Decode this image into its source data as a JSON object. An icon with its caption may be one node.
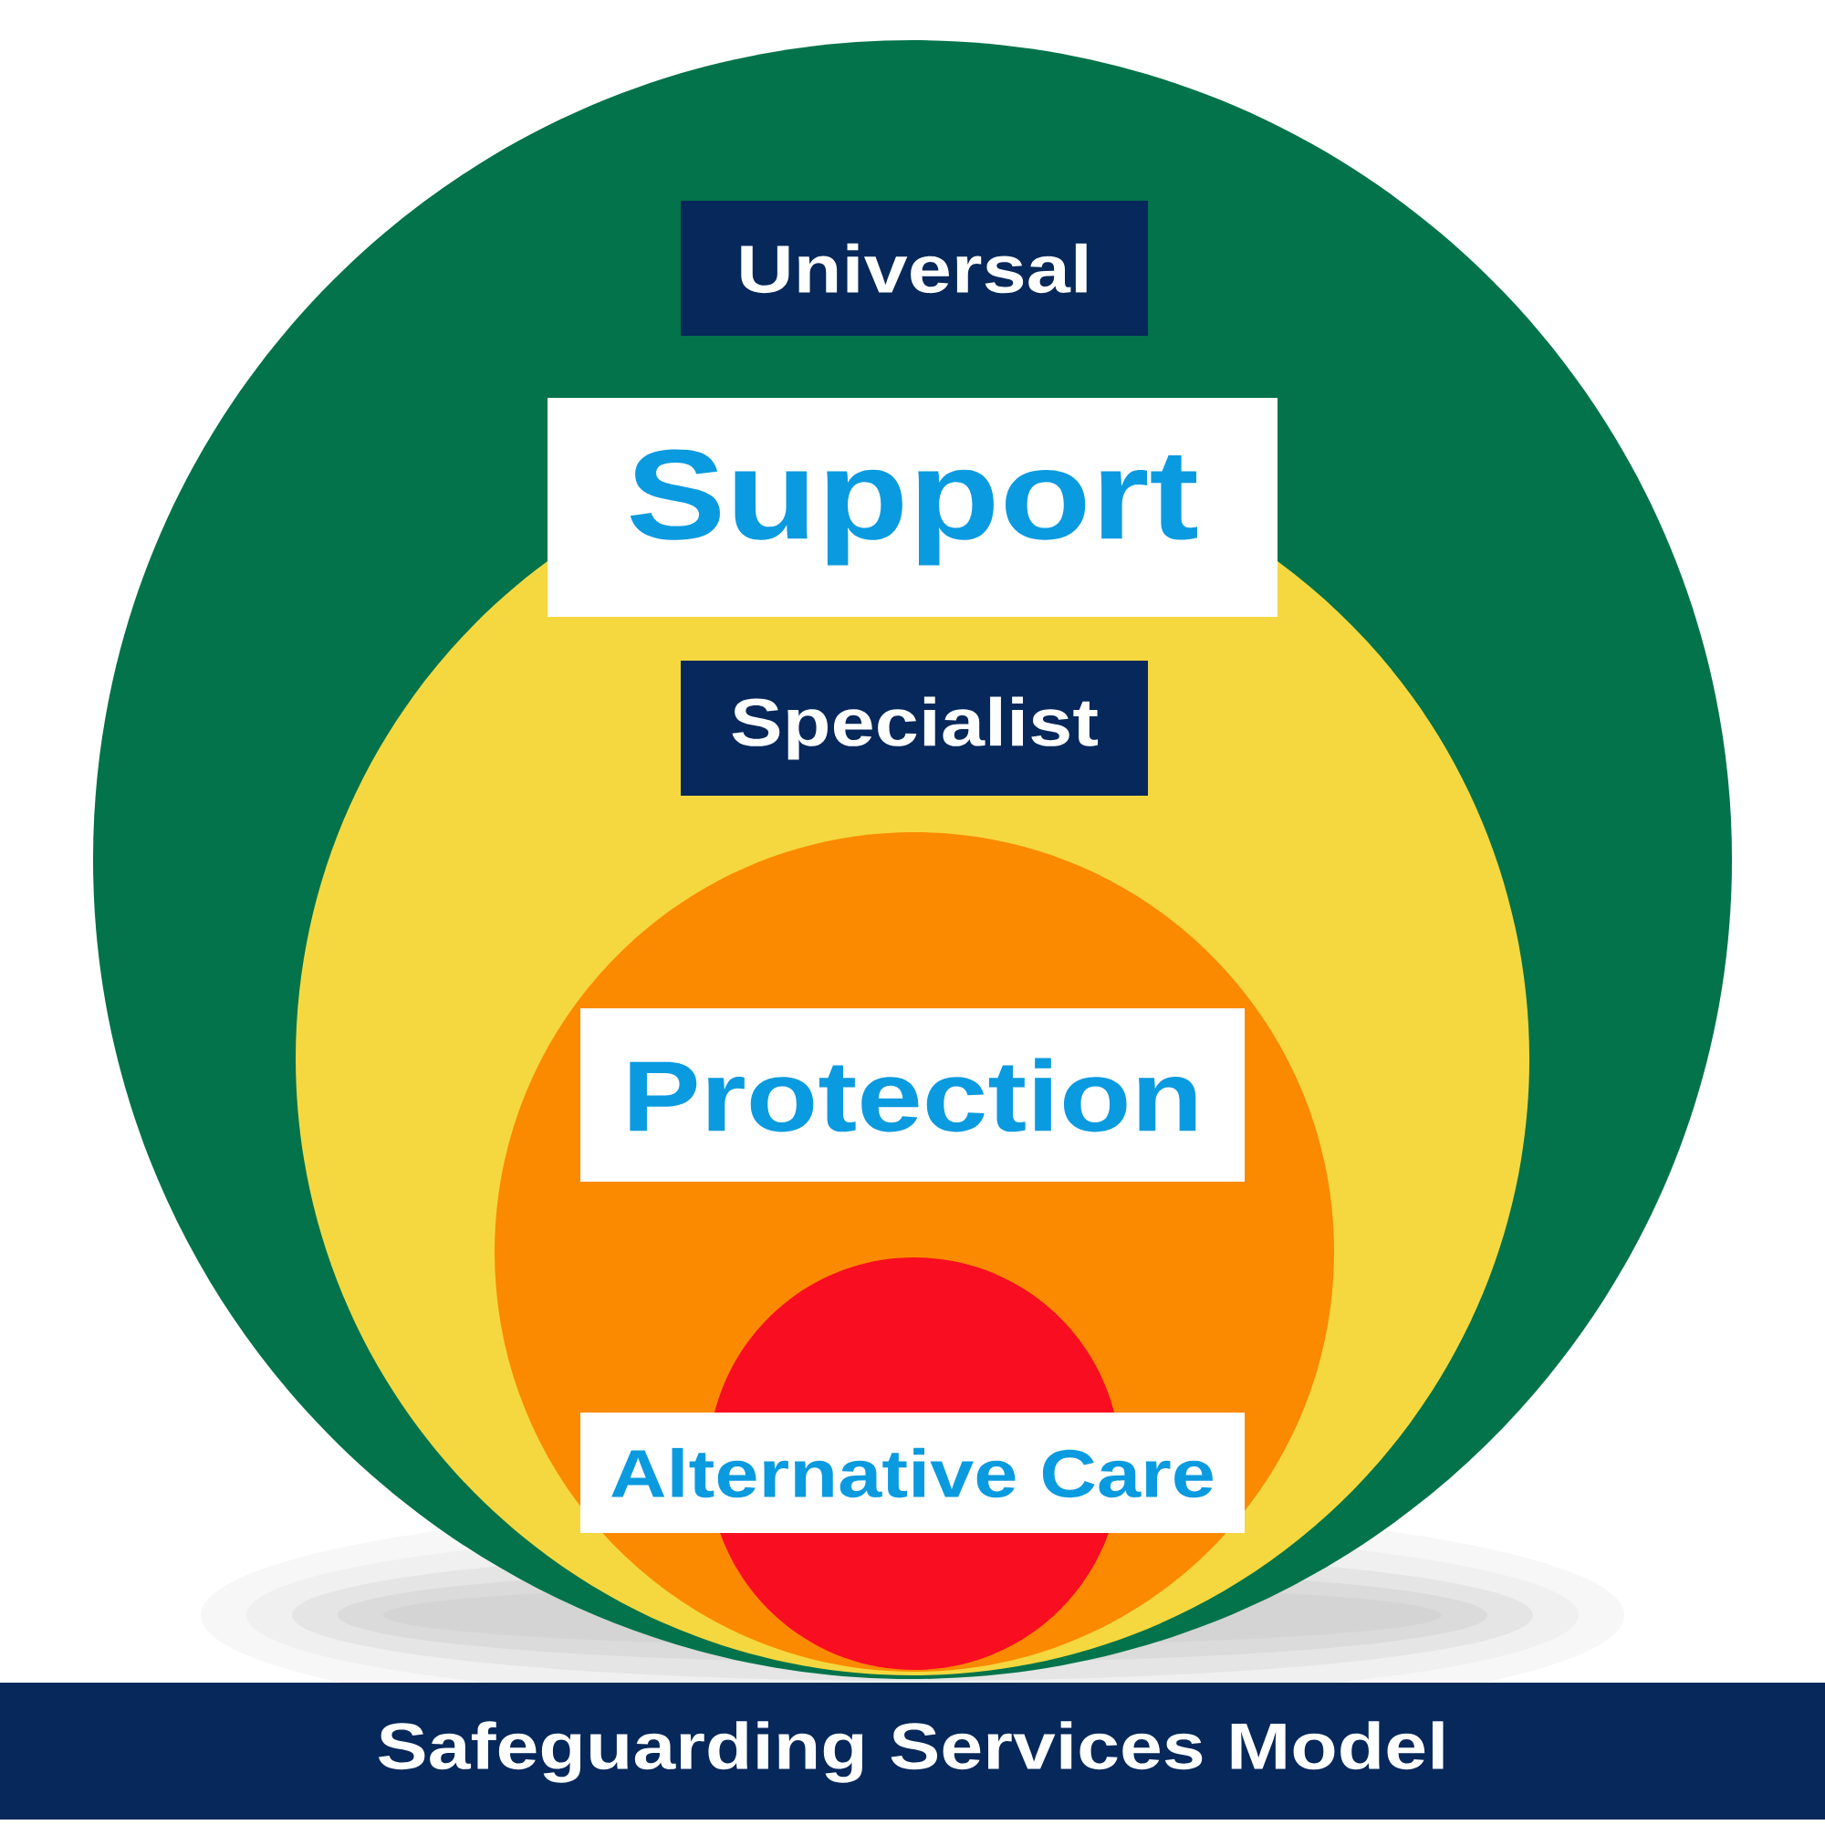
{
  "diagram": {
    "title": "Safeguarding Services Model",
    "nodes": [
      {
        "text": [],
        "shape": "circle"
      },
      {
        "text": [
          "Universal"
        ],
        "in": 0
      },
      {
        "text": [
          "Support"
        ],
        "in": 0
      },
      {
        "text": [],
        "shape": "circle",
        "in": 0
      },
      {
        "text": [
          "Specialist"
        ],
        "in": 3
      },
      {
        "text": [],
        "shape": "circle",
        "in": 3
      },
      {
        "text": [
          "Protection"
        ],
        "in": 5
      },
      {
        "text": [],
        "shape": "circle",
        "in": 5
      },
      {
        "text": [
          "Alternative Care"
        ],
        "in": 5
      }
    ]
  }
}
